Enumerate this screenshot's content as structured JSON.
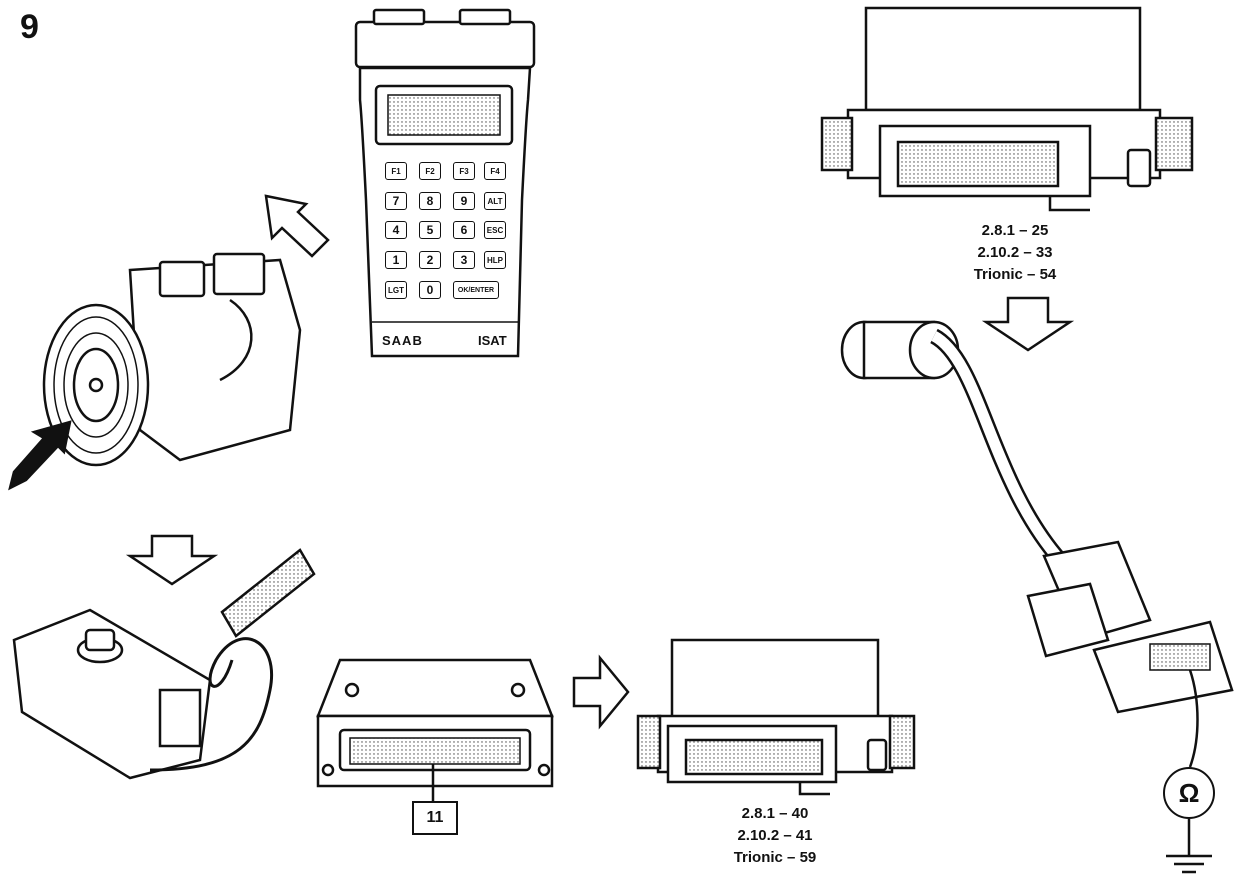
{
  "figure_number": "9",
  "isat_tool": {
    "brand": "SAAB",
    "model": "ISAT",
    "keys": [
      {
        "label": "F1"
      },
      {
        "label": "F2"
      },
      {
        "label": "F3"
      },
      {
        "label": "F4"
      },
      {
        "label": "7"
      },
      {
        "label": "8"
      },
      {
        "label": "9"
      },
      {
        "label": "ALT"
      },
      {
        "label": "4"
      },
      {
        "label": "5"
      },
      {
        "label": "6"
      },
      {
        "label": "ESC"
      },
      {
        "label": "1"
      },
      {
        "label": "2"
      },
      {
        "label": "3"
      },
      {
        "label": "HLP"
      },
      {
        "label": "LGT"
      },
      {
        "label": "0"
      },
      {
        "label": "OK/ENTER"
      }
    ]
  },
  "ecu_top_labels": [
    "2.8.1 – 25",
    "2.10.2 – 33",
    "Trionic – 54"
  ],
  "ecu_bottom_labels": [
    "2.8.1 – 40",
    "2.10.2 – 41",
    "Trionic – 59"
  ],
  "connector_pin_label": "11",
  "ohmmeter_symbol": "Ω",
  "colors": {
    "ink": "#111111",
    "paper": "#ffffff",
    "shade": "#d9d9d9"
  }
}
